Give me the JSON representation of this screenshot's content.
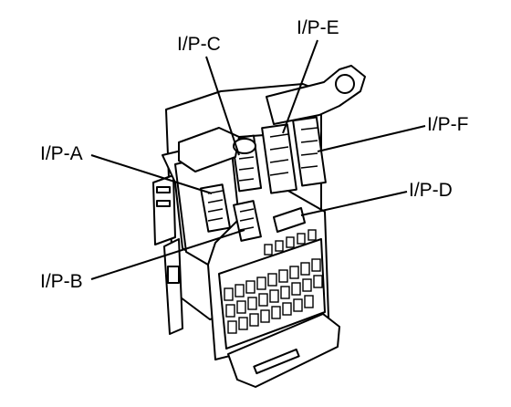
{
  "figure": {
    "connector_labels": [
      {
        "id": "a",
        "text": "I/P-A"
      },
      {
        "id": "b",
        "text": "I/P-B"
      },
      {
        "id": "c",
        "text": "I/P-C"
      },
      {
        "id": "d",
        "text": "I/P-D"
      },
      {
        "id": "e",
        "text": "I/P-E"
      },
      {
        "id": "f",
        "text": "I/P-F"
      }
    ],
    "line_color": "#000000",
    "fill_color": "#ffffff"
  }
}
